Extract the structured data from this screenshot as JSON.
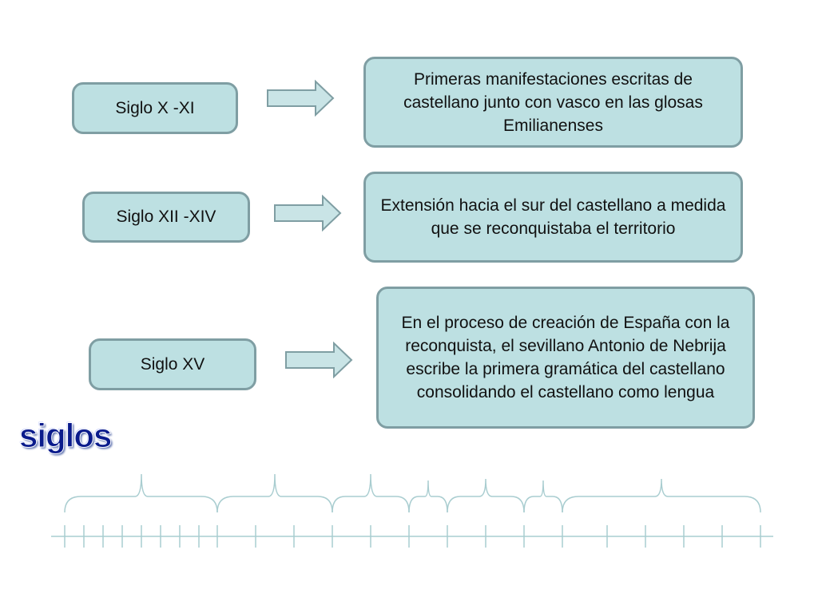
{
  "rows": [
    {
      "century": "Siglo X -XI",
      "description": "Primeras manifestaciones escritas de castellano junto con vasco  en las glosas Emilianenses"
    },
    {
      "century": "Siglo XII -XIV",
      "description": "Extensión hacia el sur del castellano a medida que se reconquistaba el territorio"
    },
    {
      "century": "Siglo XV",
      "description": "En el proceso de creación de España con la reconquista, el sevillano Antonio de Nebrija escribe la primera gramática del castellano consolidando el castellano como lengua"
    }
  ],
  "timeline_title": "siglos",
  "colors": {
    "box_fill": "#bde0e2",
    "box_border": "#7f9ea3",
    "arrow_fill": "#c9e4e6",
    "timeline_line": "#a9cdd0",
    "title_text": "#0a1b8c"
  }
}
